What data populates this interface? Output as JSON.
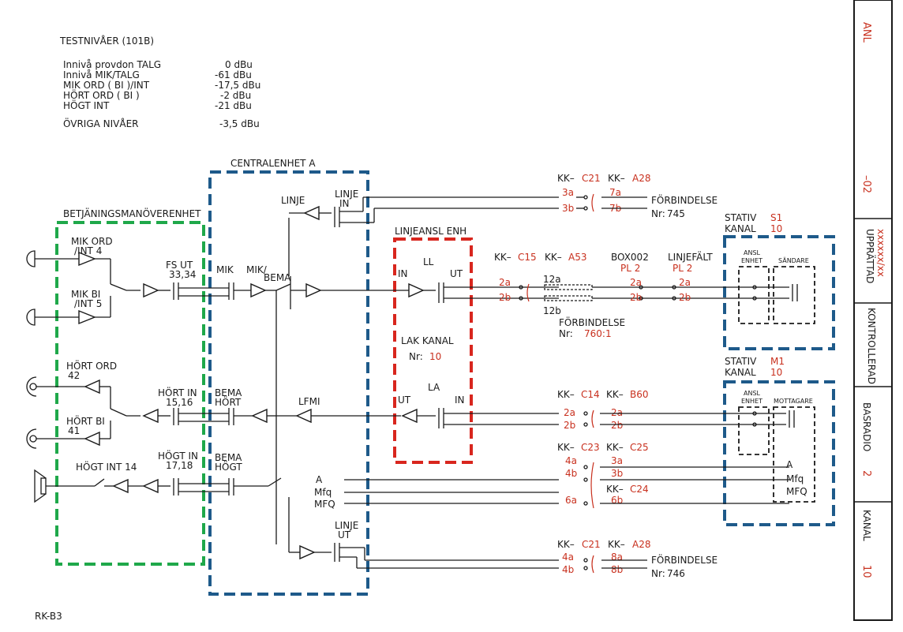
{
  "testlevels": {
    "title": "TESTNIVÅER (101B)",
    "rows": [
      {
        "label": "Innivå provdon TALG",
        "value": "0 dBu"
      },
      {
        "label": "Innivå MIK/TALG",
        "value": "-61 dBu"
      },
      {
        "label": "MIK ORD ( BI )/INT",
        "value": "-17,5 dBu"
      },
      {
        "label": "HÖRT ORD ( BI )",
        "value": "-2 dBu"
      },
      {
        "label": "HÖGT INT",
        "value": "-21 dBu"
      }
    ],
    "other_label": "ÖVRIGA NIVÅER",
    "other_value": "-3,5 dBu"
  },
  "boxes": {
    "operator": "BETJÄNINGSMANÖVERENHET",
    "central": "CENTRALENHET A",
    "line_unit": "LINJEANSL ENH"
  },
  "operator": {
    "mik_ord_1": "MIK ORD",
    "mik_ord_2": "/INT 4",
    "mik_bi_1": "MIK BI",
    "mik_bi_2": "/INT 5",
    "hort_ord": "HÖRT ORD",
    "hort_ord_n": "42",
    "hort_bi": "HÖRT BI",
    "hort_bi_n": "41",
    "hogt_int": "HÖGT INT 14",
    "fs_ut_1": "FS UT",
    "fs_ut_2": "33,34",
    "hort_in_1": "HÖRT IN",
    "hort_in_2": "15,16",
    "hogt_in_1": "HÖGT IN",
    "hogt_in_2": "17,18"
  },
  "central": {
    "mik": "MIK",
    "mik_bema_1": "MIK/",
    "mik_bema_2": "BEMA",
    "linje": "LINJE",
    "linje_in_1": "LINJE",
    "linje_in_2": "IN",
    "bema_hort_1": "BEMA",
    "bema_hort_2": "HÖRT",
    "lfmi": "LFMI",
    "bema_hogt_1": "BEMA",
    "bema_hogt_2": "HÖGT",
    "a": "A",
    "mfq_lower": "Mfq",
    "mfq_upper": "MFQ",
    "linje_ut_1": "LINJE",
    "linje_ut_2": "UT"
  },
  "line_unit": {
    "ll": "LL",
    "in_left": "IN",
    "ut_right": "UT",
    "lak_kanal": "LAK KANAL",
    "nr_label": "Nr:",
    "nr_value": "10",
    "la": "LA",
    "ut_left": "UT",
    "in_right": "IN"
  },
  "connections": {
    "kk_c21_top": {
      "prefix1": "KK–",
      "code1": "C21",
      "prefix2": "KK–",
      "code2": "A28",
      "pins_l": [
        "3a",
        "3b"
      ],
      "pins_r": [
        "7a",
        "7b"
      ],
      "label": "FÖRBINDELSE",
      "nr_label": "Nr:",
      "nr": "745"
    },
    "kk_c15": {
      "prefix1": "KK–",
      "code1": "C15",
      "prefix2": "KK–",
      "code2": "A53",
      "pins_l": [
        "2a",
        "2b"
      ],
      "pins_m": [
        "12a",
        "12b"
      ]
    },
    "box002": {
      "label": "BOX002",
      "code": "PL 2",
      "pins": [
        "2a",
        "2b"
      ]
    },
    "linjefalt": {
      "label": "LINJEFÄLT",
      "code": "PL 2",
      "pins": [
        "2a",
        "2b"
      ]
    },
    "forbindelse_mid": {
      "label": "FÖRBINDELSE",
      "nr_label": "Nr:",
      "nr": "760:1"
    },
    "kk_c14": {
      "prefix1": "KK–",
      "code1": "C14",
      "prefix2": "KK–",
      "code2": "B60",
      "pins_l": [
        "2a",
        "2b"
      ],
      "pins_r": [
        "2a",
        "2b"
      ]
    },
    "kk_c23": {
      "prefix1": "KK–",
      "code1": "C23",
      "prefix2": "KK–",
      "code2": "C25",
      "pins_l": [
        "4a",
        "4b",
        "6a"
      ],
      "pins_r": [
        "3a",
        "3b",
        "6b"
      ],
      "extra_prefix": "KK–",
      "extra_code": "C24"
    },
    "kk_c21_bottom": {
      "prefix1": "KK–",
      "code1": "C21",
      "prefix2": "KK–",
      "code2": "A28",
      "pins_l": [
        "4a",
        "4b"
      ],
      "pins_r": [
        "8a",
        "8b"
      ],
      "label": "FÖRBINDELSE",
      "nr_label": "Nr:",
      "nr": "746"
    }
  },
  "stativ_s1": {
    "stativ": "STATIV",
    "stativ_code": "S1",
    "kanal": "KANAL",
    "kanal_code": "10",
    "ansl_1": "ANSL",
    "ansl_2": "ENHET",
    "unit": "SÄNDARE"
  },
  "stativ_m1": {
    "stativ": "STATIV",
    "stativ_code": "M1",
    "kanal": "KANAL",
    "kanal_code": "10",
    "ansl_1": "ANSL",
    "ansl_2": "ENHET",
    "unit": "MOTTAGARE",
    "a": "A",
    "mfq_lower": "Mfq",
    "mfq_upper": "MFQ"
  },
  "title_block": {
    "anl": "ANL",
    "rev": "–02",
    "upprattad": "UPPRÄTTAD",
    "upprattad_val": "xxxxxx/xx",
    "kontrollerad": "KONTROLLERAD",
    "basradio": "BASRADIO",
    "basradio_n": "2",
    "kanal": "KANAL",
    "kanal_n": "10"
  },
  "drawing_id": "RK-B3",
  "colors": {
    "green": "#1fa84a",
    "blue": "#1e5a8a",
    "red": "#d8261e",
    "red_text": "#c8301e",
    "ink": "#1a1a1a"
  }
}
